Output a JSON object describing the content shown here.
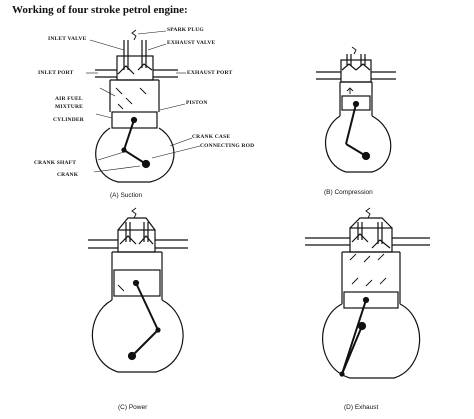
{
  "page": {
    "title": "Working of four stroke petrol engine:"
  },
  "labels": {
    "inlet_valve": "INLET VALVE",
    "spark_plug": "SPARK PLUG",
    "exhaust_valve": "EXHAUST VALVE",
    "inlet_port": "INLET PORT",
    "exhaust_port": "EXHAUST PORT",
    "air_fuel": "AIR FUEL",
    "mixture": "MIXTURE",
    "piston": "PISTON",
    "cylinder": "CYLINDER",
    "crank_case": "CRANK CASE",
    "connecting_rod": "CONNECTING ROD",
    "crank_shaft": "CRANK SHAFT",
    "crank": "CRANK"
  },
  "captions": {
    "a": "(A) Suction",
    "b": "(B) Compression",
    "c": "(C) Power",
    "d": "(D) Exhaust"
  }
}
